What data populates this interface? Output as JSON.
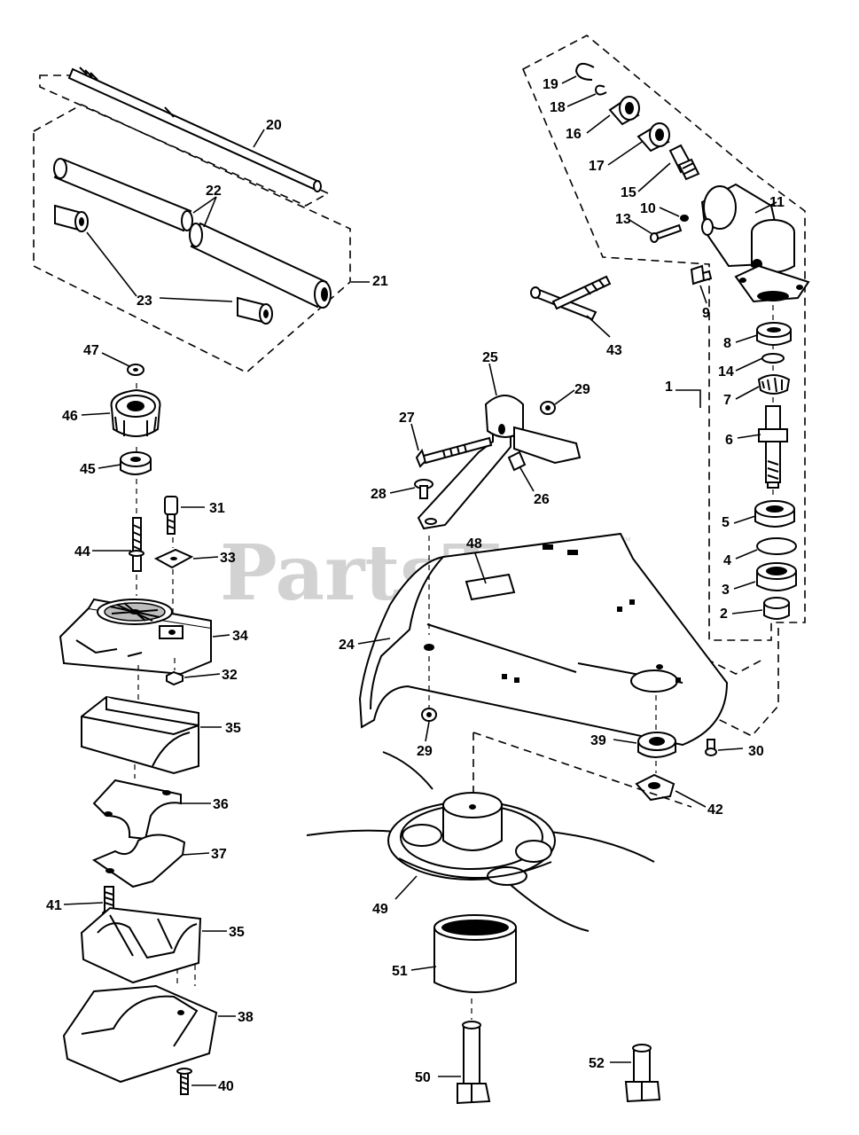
{
  "watermark": {
    "text": "PartsTree",
    "trademark": "™"
  },
  "callouts": {
    "c1": "1",
    "c2": "2",
    "c3": "3",
    "c4": "4",
    "c5": "5",
    "c6": "6",
    "c7": "7",
    "c8": "8",
    "c9": "9",
    "c10": "10",
    "c11": "11",
    "c13": "13",
    "c14": "14",
    "c15": "15",
    "c16": "16",
    "c17": "17",
    "c18": "18",
    "c19": "19",
    "c20": "20",
    "c21": "21",
    "c22": "22",
    "c23": "23",
    "c24": "24",
    "c25": "25",
    "c26": "26",
    "c27": "27",
    "c28": "28",
    "c29a": "29",
    "c29b": "29",
    "c30": "30",
    "c31": "31",
    "c32": "32",
    "c33": "33",
    "c34": "34",
    "c35a": "35",
    "c35b": "35",
    "c36": "36",
    "c37": "37",
    "c38": "38",
    "c39": "39",
    "c40": "40",
    "c41": "41",
    "c42": "42",
    "c43": "43",
    "c44": "44",
    "c45": "45",
    "c46": "46",
    "c47": "47",
    "c48": "48",
    "c49": "49",
    "c50": "50",
    "c51": "51",
    "c52": "52"
  }
}
